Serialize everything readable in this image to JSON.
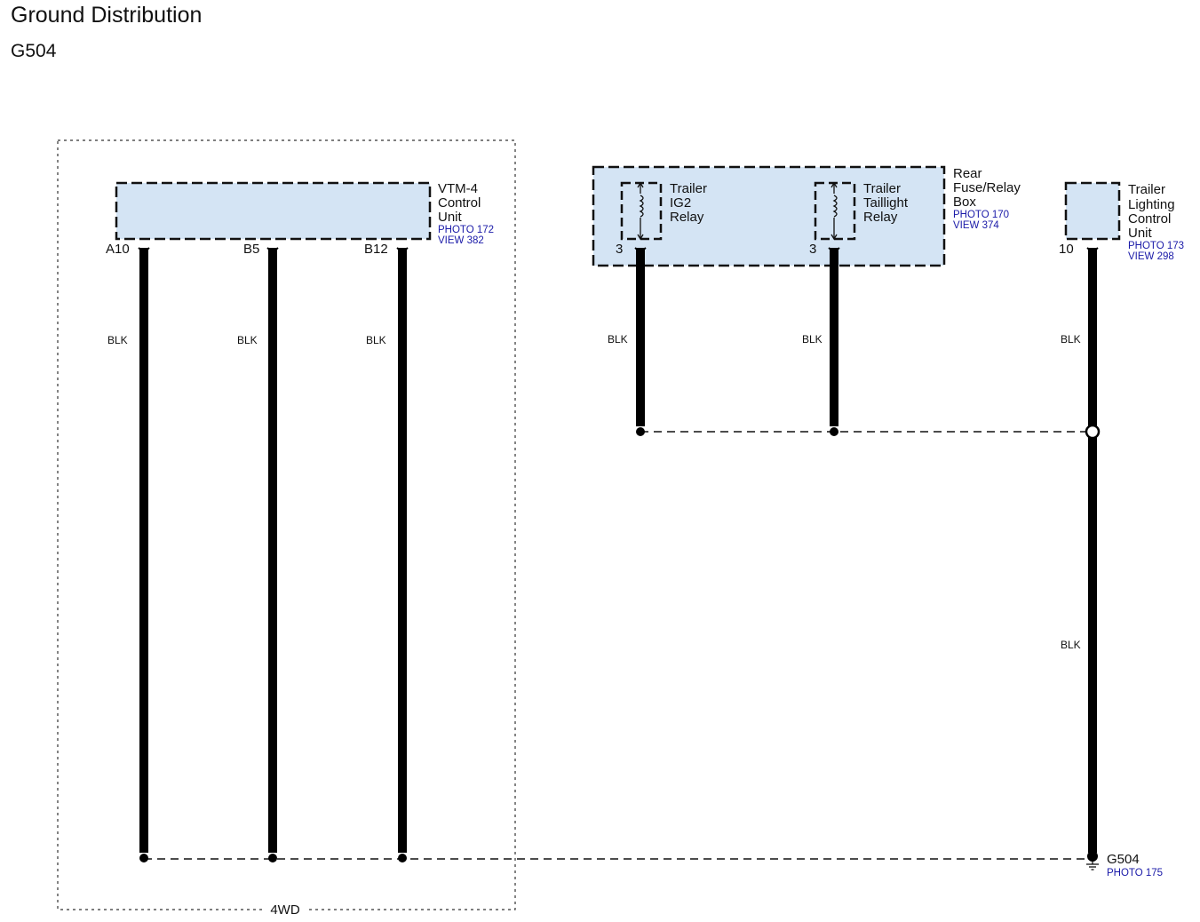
{
  "header": {
    "title": "Ground Distribution",
    "subtitle": "G504"
  },
  "colors": {
    "component_fill": "#d4e4f4",
    "link_text": "#1a1aa8",
    "wire": "#000000"
  },
  "vtm4": {
    "name_lines": [
      "VTM-4",
      "Control",
      "Unit"
    ],
    "photo": "PHOTO 172",
    "view": "VIEW 382",
    "pins": [
      "A10",
      "B5",
      "B12"
    ],
    "wire_colors": [
      "BLK",
      "BLK",
      "BLK"
    ],
    "group_label": "4WD"
  },
  "fuse_box": {
    "name_lines": [
      "Rear",
      "Fuse/Relay",
      "Box"
    ],
    "photo": "PHOTO 170",
    "view": "VIEW 374",
    "relay1": {
      "name_lines": [
        "Trailer",
        "IG2",
        "Relay"
      ],
      "pin": "3",
      "wire_color": "BLK",
      "symbol": "relay-coil-icon"
    },
    "relay2": {
      "name_lines": [
        "Trailer",
        "Taillight",
        "Relay"
      ],
      "pin": "3",
      "wire_color": "BLK",
      "symbol": "relay-coil-icon"
    }
  },
  "trailer_unit": {
    "name_lines": [
      "Trailer",
      "Lighting",
      "Control",
      "Unit"
    ],
    "photo": "PHOTO 173",
    "view": "VIEW 298",
    "pin": "10",
    "wire_color_upper": "BLK",
    "wire_color_lower": "BLK"
  },
  "ground": {
    "name": "G504",
    "photo": "PHOTO 175",
    "symbol": "ground-icon"
  }
}
